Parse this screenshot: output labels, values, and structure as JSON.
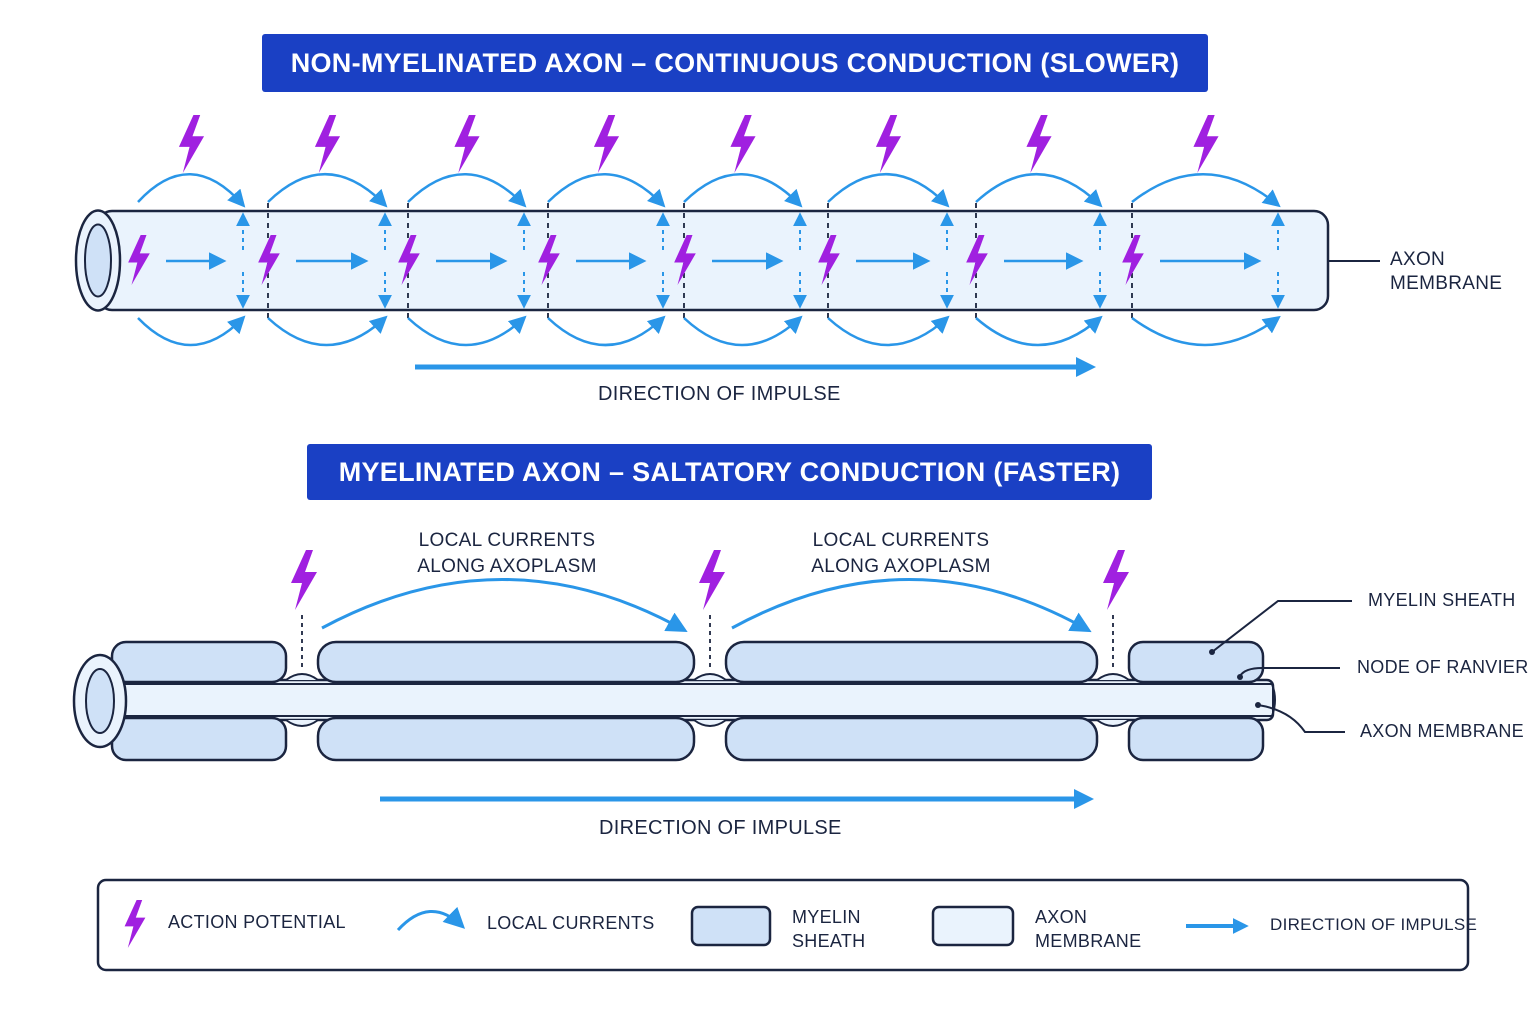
{
  "colors": {
    "banner": "#1a40c4",
    "current_blue": "#2a96e8",
    "action_potential_purple": "#a020e0",
    "outline": "#1b2540",
    "myelin_fill": "#cfe1f7",
    "axon_fill": "#eaf3fd"
  },
  "top": {
    "title": "NON-MYELINATED AXON – CONTINUOUS CONDUCTION (SLOWER)",
    "axon_label_line1": "AXON",
    "axon_label_line2": "MEMBRANE",
    "direction_label": "DIRECTION OF IMPULSE"
  },
  "bottom": {
    "title": "MYELINATED AXON – SALTATORY CONDUCTION (FASTER)",
    "currents_label_1_line1": "LOCAL CURRENTS",
    "currents_label_1_line2": "ALONG AXOPLASM",
    "currents_label_2_line1": "LOCAL CURRENTS",
    "currents_label_2_line2": "ALONG AXOPLASM",
    "myelin_label": "MYELIN SHEATH",
    "node_label": "NODE OF RANVIER",
    "membrane_label": "AXON MEMBRANE",
    "direction_label": "DIRECTION OF IMPULSE"
  },
  "legend": {
    "action_potential": "ACTION POTENTIAL",
    "local_currents": "LOCAL CURRENTS",
    "myelin_line1": "MYELIN",
    "myelin_line2": "SHEATH",
    "axon_line1": "AXON",
    "axon_line2": "MEMBRANE",
    "direction": "DIRECTION OF IMPULSE"
  },
  "icons": [
    "lightning-bolt-icon",
    "curved-arrow-icon",
    "straight-arrow-icon"
  ]
}
